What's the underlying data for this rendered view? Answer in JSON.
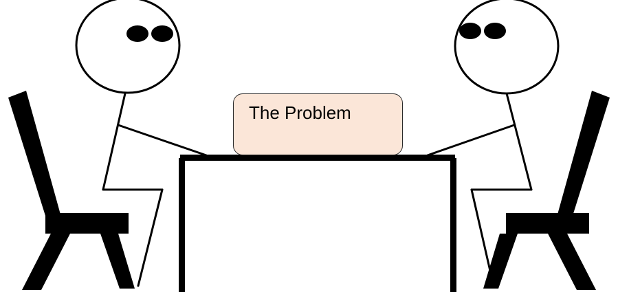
{
  "box": {
    "label": "The Problem",
    "fill_color": "#fbe6d8",
    "border_color": "#2a2a2a"
  },
  "figures": [
    {
      "name": "left-person",
      "facing": "right"
    },
    {
      "name": "right-person",
      "facing": "left"
    }
  ],
  "furniture": [
    "left-chair",
    "table",
    "right-chair"
  ],
  "colors": {
    "ink": "#000000",
    "background": "#ffffff"
  }
}
